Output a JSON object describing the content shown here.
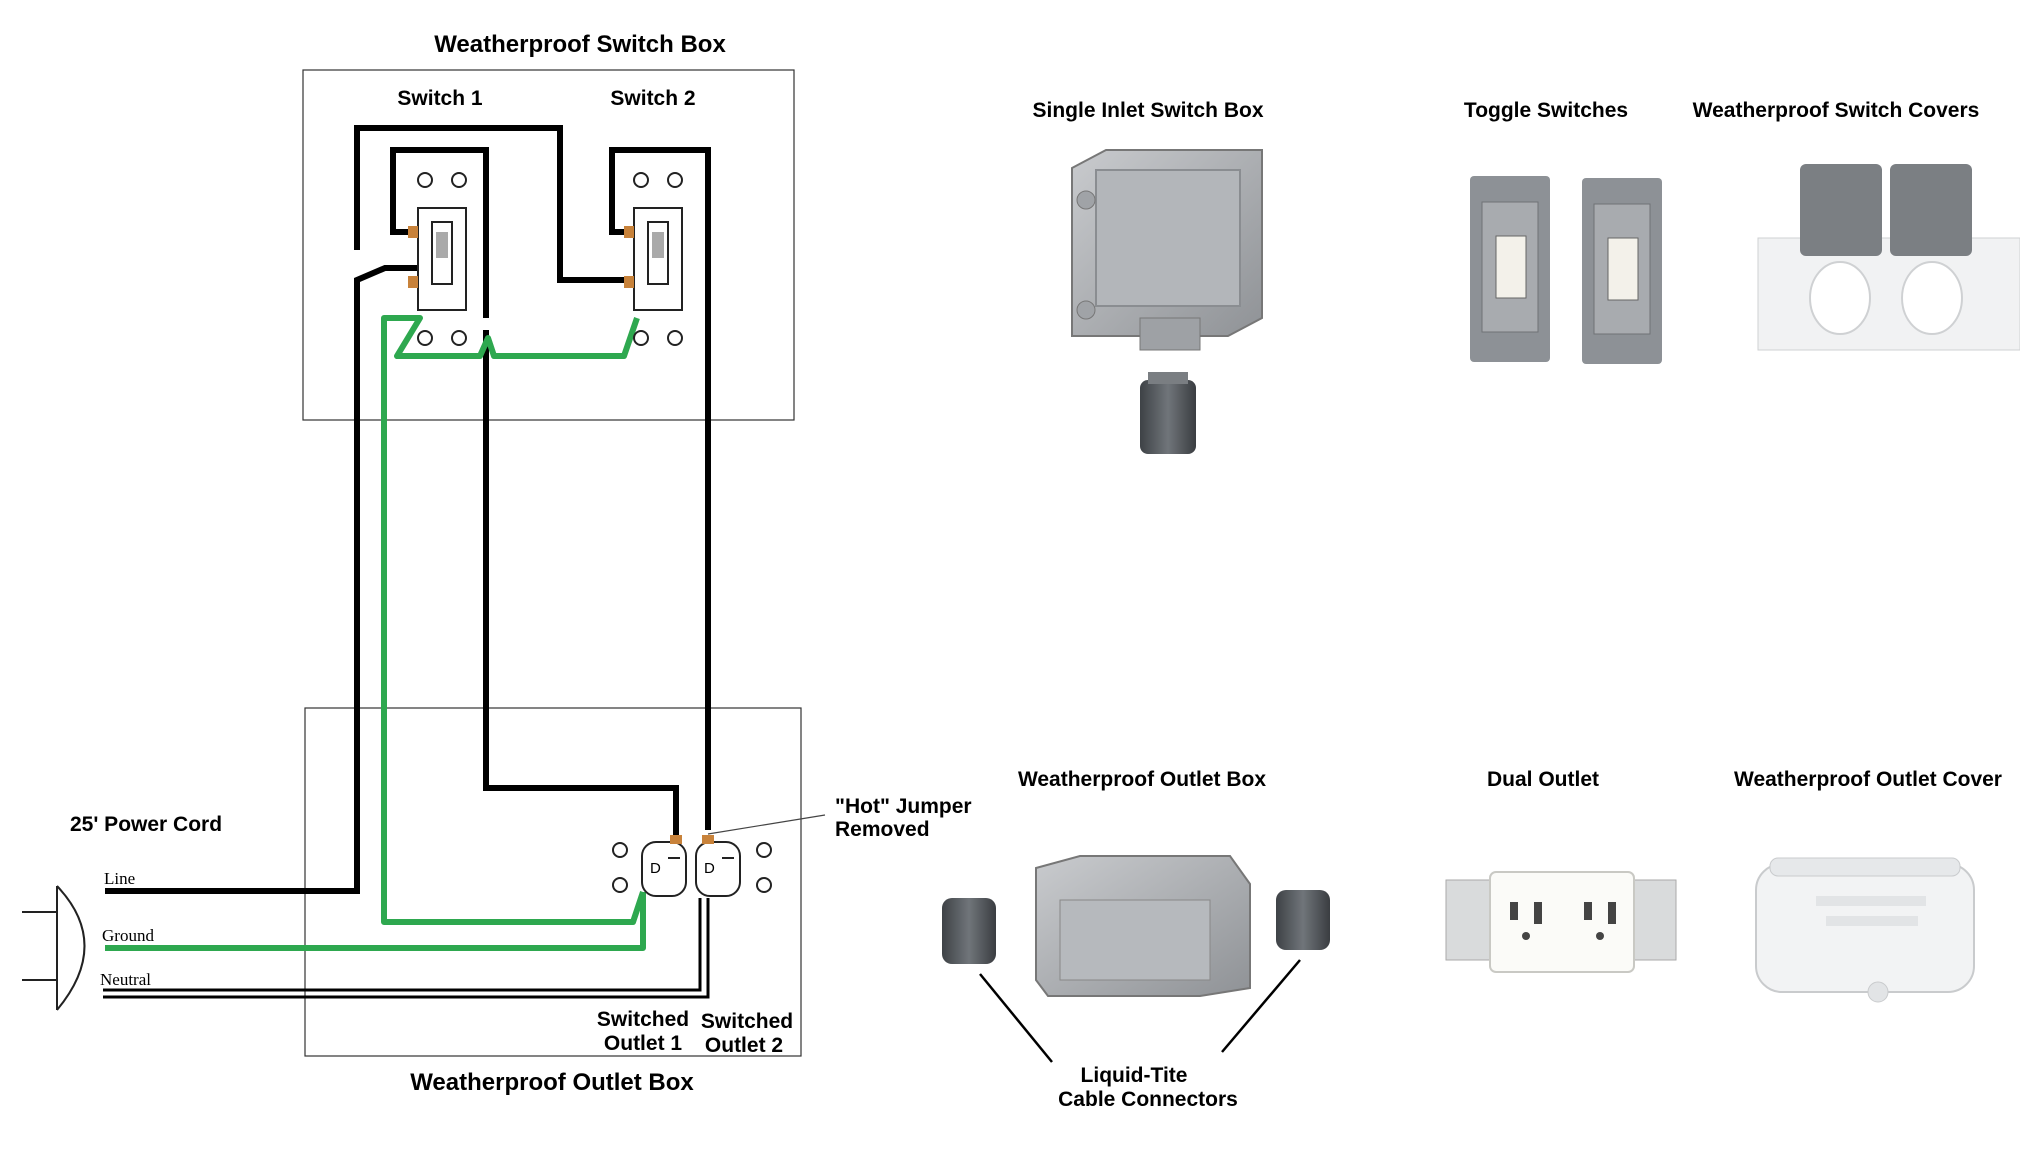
{
  "diagram": {
    "switch_box": {
      "title": "Weatherproof Switch Box",
      "switch1_label": "Switch 1",
      "switch2_label": "Switch 2"
    },
    "outlet_box": {
      "title": "Weatherproof Outlet Box",
      "jumper_note_line1": "\"Hot\" Jumper",
      "jumper_note_line2": "Removed",
      "switched_outlet1_line1": "Switched",
      "switched_outlet1_line2": "Outlet 1",
      "switched_outlet2_line1": "Switched",
      "switched_outlet2_line2": "Outlet 2"
    },
    "power_cord": {
      "title": "25' Power Cord",
      "line_label": "Line",
      "ground_label": "Ground",
      "neutral_label": "Neutral"
    },
    "wire_colors": {
      "hot": "#000000",
      "ground": "#2ea84f",
      "terminal": "#c8823a"
    }
  },
  "parts": {
    "single_inlet_switch_box": "Single Inlet Switch Box",
    "toggle_switches": "Toggle Switches",
    "weatherproof_switch_covers": "Weatherproof Switch Covers",
    "weatherproof_outlet_box": "Weatherproof Outlet Box",
    "dual_outlet": "Dual Outlet",
    "weatherproof_outlet_cover": "Weatherproof Outlet Cover",
    "cable_connectors_line1": "Liquid-Tite",
    "cable_connectors_line2": "Cable Connectors"
  }
}
